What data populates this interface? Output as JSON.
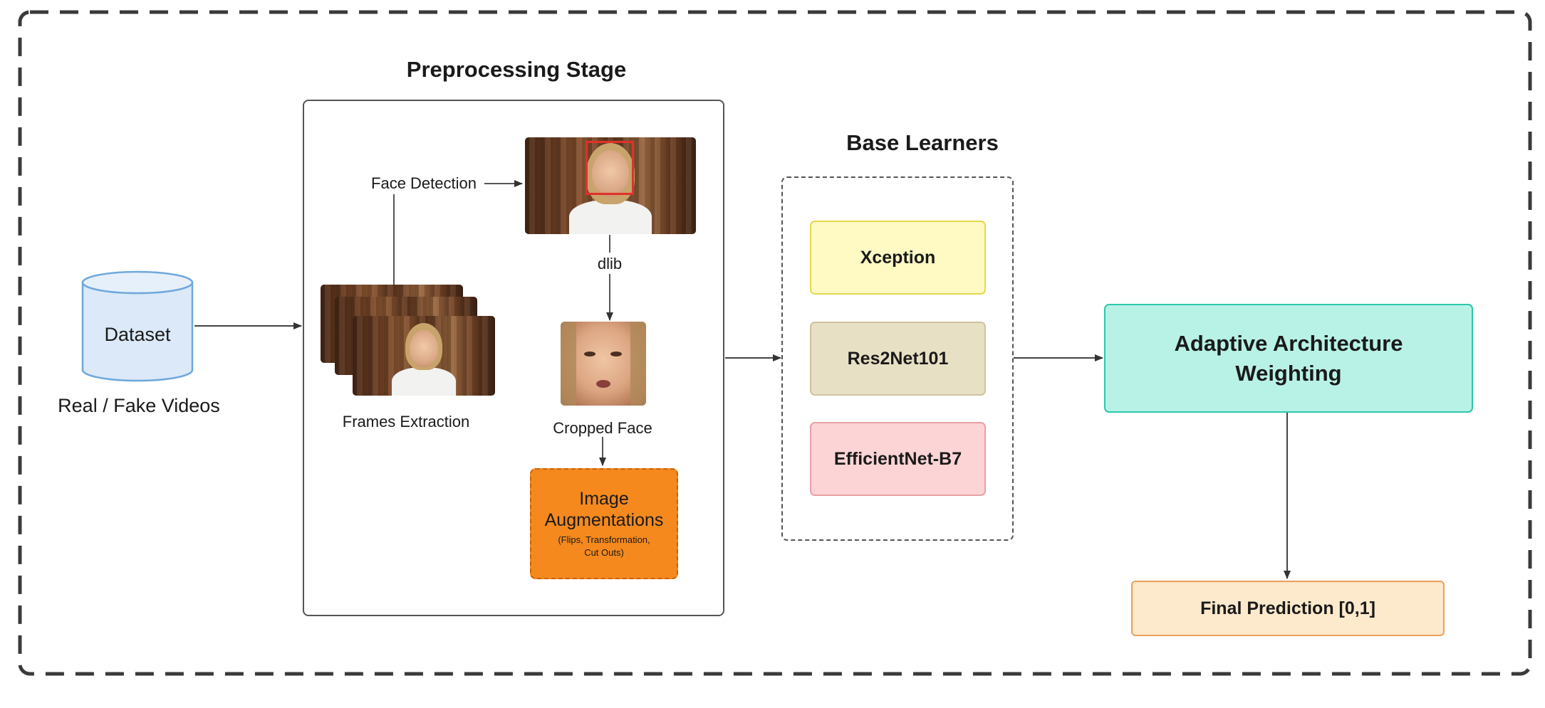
{
  "colors": {
    "dashed_frame": "#333333",
    "dataset_fill": "#dbe9f8",
    "dataset_stroke": "#6fa8dc",
    "xception_fill": "#fff9c4",
    "xception_stroke": "#e6d84a",
    "res2net_fill": "#e8e0c5",
    "res2net_stroke": "#cfc39d",
    "efficientnet_fill": "#fcd4d6",
    "efficientnet_stroke": "#e8a0a4",
    "aaw_fill": "#b8f2e6",
    "aaw_stroke": "#2cc7aa",
    "final_fill": "#fde9cc",
    "final_stroke": "#e8a05a",
    "aug_fill": "#f5891e",
    "aug_stroke": "#d96e08",
    "face_box": "#e0312b"
  },
  "dataset": {
    "label": "Dataset",
    "caption": "Real / Fake Videos",
    "icon": "database-cylinder-icon"
  },
  "preprocessing": {
    "title": "Preprocessing Stage",
    "face_detection_label": "Face Detection",
    "dlib_label": "dlib",
    "frames_caption": "Frames Extraction",
    "cropped_caption": "Cropped Face",
    "augmentation": {
      "title_line1": "Image",
      "title_line2": "Augmentations",
      "details_line1": "(Flips, Transformation,",
      "details_line2": "Cut Outs)"
    }
  },
  "base_learners": {
    "title": "Base Learners",
    "items": [
      "Xception",
      "Res2Net101",
      "EfficientNet-B7"
    ]
  },
  "adaptive": {
    "line1": "Adaptive Architecture",
    "line2": "Weighting"
  },
  "final": {
    "label": "Final Prediction [0,1]"
  }
}
